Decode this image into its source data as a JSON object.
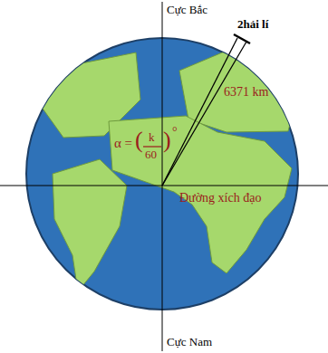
{
  "diagram": {
    "labels": [
      "Cực Bắc",
      "2hải lí",
      "6371 km",
      "α =",
      "(",
      "k",
      "60",
      ")",
      "°",
      "Đường xích đạo",
      "Cực Nam"
    ]
  }
}
